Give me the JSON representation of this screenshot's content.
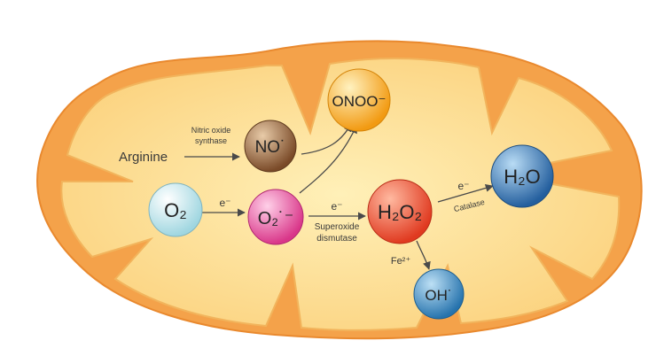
{
  "colors": {
    "membrane_outer": "#F4A24A",
    "membrane_inner": "#FCDC8E",
    "arrow": "#4a4a4a"
  },
  "molecules": {
    "o2": {
      "label": "O₂",
      "color": "#9FD6E0"
    },
    "no": {
      "label": "NO˙",
      "color": "#8B5A33"
    },
    "superoxide": {
      "label": "O₂˙⁻",
      "color": "#E2479A"
    },
    "peroxynitrite": {
      "label": "ONOO⁻",
      "color": "#F7A81F"
    },
    "h2o2": {
      "label": "H₂O₂",
      "color": "#EE4A2E"
    },
    "h2o": {
      "label": "H₂O",
      "color": "#2F6FAF"
    },
    "oh": {
      "label": "OH˙",
      "color": "#2E7FB8"
    }
  },
  "labels": {
    "arginine": "Arginine",
    "nos_line1": "Nitric oxide",
    "nos_line2": "synthase",
    "electron": "e⁻",
    "sod_line1": "Superoxide",
    "sod_line2": "dismutase",
    "catalase": "Catalase",
    "iron": "Fe²⁺"
  }
}
